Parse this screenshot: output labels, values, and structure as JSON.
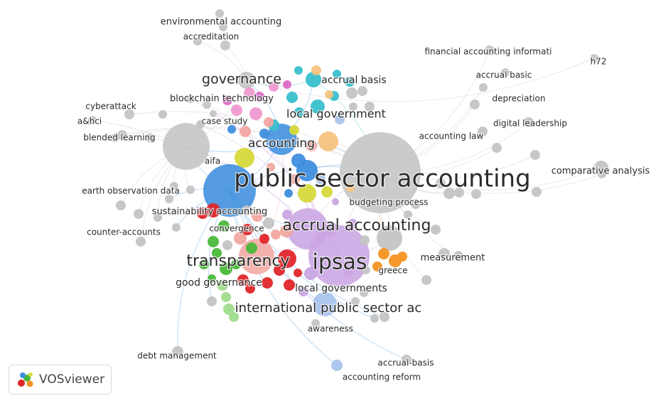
{
  "app": {
    "logo_text": "VOSviewer"
  },
  "colors": {
    "gray": "#c4c4c4",
    "blue": "#3e8ede",
    "lightblue": "#a9c4ec",
    "cyan": "#39bfcc",
    "purple": "#c9a5e2",
    "red": "#e0262a",
    "green": "#49b83a",
    "lightgreen": "#9fdc8c",
    "orange": "#f59322",
    "lightorange": "#f6c37f",
    "pink": "#ef99cf",
    "magenta": "#dd6ac6",
    "yellow": "#d7d93c",
    "salmon": "#f2a7a0"
  },
  "labels": [
    {
      "text": "environmental accounting",
      "cluster": "gray",
      "weight": 13
    },
    {
      "text": "accreditation",
      "cluster": "gray",
      "weight": 12
    },
    {
      "text": "financial accounting informati",
      "cluster": "gray",
      "weight": 12
    },
    {
      "text": "h72",
      "cluster": "gray",
      "weight": 12
    },
    {
      "text": "accrual basic",
      "cluster": "gray",
      "weight": 12
    },
    {
      "text": "governance",
      "cluster": "gray",
      "weight": 19
    },
    {
      "text": "accrual basis",
      "cluster": "cyan",
      "weight": 14
    },
    {
      "text": "depreciation",
      "cluster": "gray",
      "weight": 12
    },
    {
      "text": "blockchain technology",
      "cluster": "magenta",
      "weight": 13
    },
    {
      "text": "cyberattack",
      "cluster": "gray",
      "weight": 12
    },
    {
      "text": "a&hci",
      "cluster": "gray",
      "weight": 12
    },
    {
      "text": "local government",
      "cluster": "cyan",
      "weight": 16
    },
    {
      "text": "case study",
      "cluster": "pink",
      "weight": 12
    },
    {
      "text": "digital leadership",
      "cluster": "gray",
      "weight": 12
    },
    {
      "text": "blended learning",
      "cluster": "gray",
      "weight": 12
    },
    {
      "text": "accounting law",
      "cluster": "gray",
      "weight": 12
    },
    {
      "text": "accounting",
      "cluster": "blue",
      "weight": 17
    },
    {
      "text": "aifa",
      "cluster": "yellow",
      "weight": 12
    },
    {
      "text": "public sector accounting",
      "cluster": "gray",
      "weight": 34
    },
    {
      "text": "comparative analysis",
      "cluster": "gray",
      "weight": 13
    },
    {
      "text": "earth observation data",
      "cluster": "gray",
      "weight": 12
    },
    {
      "text": "budgeting process",
      "cluster": "purple",
      "weight": 12
    },
    {
      "text": "sustainability accounting",
      "cluster": "red",
      "weight": 13
    },
    {
      "text": "accrual accounting",
      "cluster": "purple",
      "weight": 22
    },
    {
      "text": "convergence",
      "cluster": "green",
      "weight": 12
    },
    {
      "text": "counter-accounts",
      "cluster": "gray",
      "weight": 12
    },
    {
      "text": "transparency",
      "cluster": "red",
      "weight": 22
    },
    {
      "text": "ipsas",
      "cluster": "purple",
      "weight": 30
    },
    {
      "text": "measurement",
      "cluster": "gray",
      "weight": 13
    },
    {
      "text": "greece",
      "cluster": "orange",
      "weight": 12
    },
    {
      "text": "good governance",
      "cluster": "green",
      "weight": 14
    },
    {
      "text": "local governments",
      "cluster": "red",
      "weight": 14
    },
    {
      "text": "international public sector ac",
      "cluster": "lightblue",
      "weight": 18
    },
    {
      "text": "awareness",
      "cluster": "gray",
      "weight": 12
    },
    {
      "text": "debt management",
      "cluster": "gray",
      "weight": 12
    },
    {
      "text": "accrual-basis",
      "cluster": "gray",
      "weight": 12
    },
    {
      "text": "accounting reform",
      "cluster": "lightblue",
      "weight": 12
    }
  ]
}
